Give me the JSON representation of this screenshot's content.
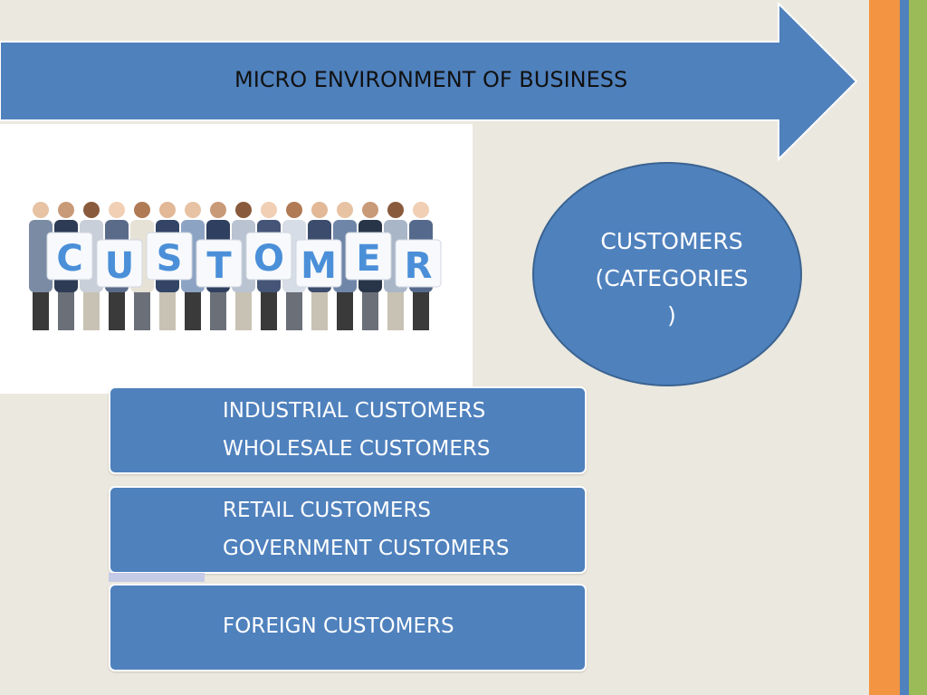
{
  "arrow": {
    "title": "MICRO ENVIRONMENT OF BUSINESS"
  },
  "photo": {
    "sign_letters": [
      "C",
      "U",
      "S",
      "T",
      "O",
      "M",
      "E",
      "R"
    ]
  },
  "ellipse": {
    "lines": [
      "CUSTOMERS",
      "(CATEGORIES",
      ")"
    ]
  },
  "categories": [
    {
      "items": [
        "INDUSTRIAL CUSTOMERS",
        "WHOLESALE CUSTOMERS"
      ]
    },
    {
      "items": [
        "RETAIL CUSTOMERS",
        "GOVERNMENT CUSTOMERS"
      ]
    },
    {
      "items": [
        "FOREIGN CUSTOMERS"
      ]
    }
  ],
  "colors": {
    "background": "#ebe8df",
    "shape_fill": "#4f81bd",
    "accent_orange": "#f39442",
    "accent_green": "#9bbb59"
  }
}
